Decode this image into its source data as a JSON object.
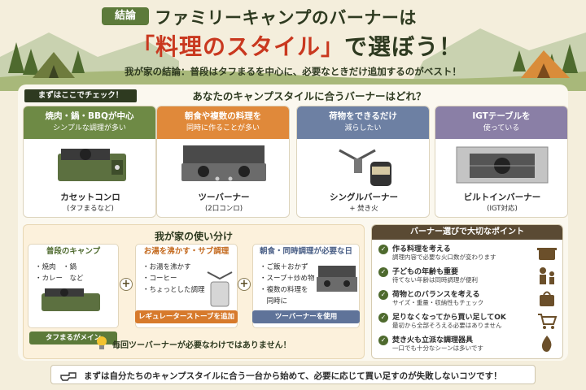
{
  "header": {
    "badge": "結論",
    "title_line1": "ファミリーキャンプのバーナーは",
    "title_line2_accent": "「料理のスタイル」",
    "title_line2_rest": "で選ぼう！",
    "subtitle": "我が家の結論：普段はタフまるを中心に、必要なときだけ追加するのがベスト！"
  },
  "intro": {
    "check_tag": "まずはここでチェック！",
    "question": "あなたのキャンプスタイルに合うバーナーはどれ？"
  },
  "colors": {
    "green": "#6e8a45",
    "orange": "#e0893a",
    "blue": "#6d80a3",
    "purple": "#8a7fa6",
    "dark": "#2e3a20",
    "red": "#c9381f"
  },
  "cards": [
    {
      "head": "焼肉・鍋・BBQが中心",
      "sub": "シンプルな調理が多い",
      "name": "カセットコンロ",
      "note": "(タフまるなど)",
      "icon": "cassette-stove-icon"
    },
    {
      "head": "朝食や複数の料理を",
      "sub": "同時に作ることが多い",
      "name": "ツーバーナー",
      "note": "(2口コンロ)",
      "icon": "two-burner-icon"
    },
    {
      "head": "荷物をできるだけ",
      "sub": "減らしたい",
      "name": "シングルバーナー",
      "note": "+ 焚き火",
      "icon": "single-burner-icon"
    },
    {
      "head": "IGTテーブルを",
      "sub": "使っている",
      "name": "ビルトインバーナー",
      "note": "(IGT対応)",
      "icon": "builtin-burner-icon"
    }
  ],
  "usage": {
    "title": "我が家の使い分け",
    "columns": [
      {
        "head": "普段のキャンプ",
        "items": [
          "・焼肉　・鍋",
          "・カレー　など"
        ],
        "tag": "タフまるがメイン"
      },
      {
        "head": "お湯を沸かす・サブ調理",
        "items": [
          "・お湯を沸かす",
          "・コーヒー",
          "・ちょっとした調理"
        ],
        "tag": "レギュレーターストーブを追加"
      },
      {
        "head": "朝食・同時調理が必要な日",
        "items": [
          "・ご飯＋おかず",
          "・スープ＋炒め物",
          "・複数の料理を",
          "　同時に"
        ],
        "tag": "ツーバーナーを使用"
      }
    ],
    "note": "毎回ツーバーナーが必要なわけではありません！"
  },
  "points": {
    "head": "バーナー選びで大切なポイント",
    "items": [
      {
        "title": "作る料理を考える",
        "desc": "調理内容で必要な火口数が変わります",
        "icon": "pot-icon"
      },
      {
        "title": "子どもの年齢も重要",
        "desc": "待てない年齢は同時調理が便利",
        "icon": "family-icon"
      },
      {
        "title": "荷物とのバランスを考える",
        "desc": "サイズ・重量・収納性もチェック",
        "icon": "bag-icon"
      },
      {
        "title": "足りなくなってから買い足してOK",
        "desc": "最初から全部そろえる必要はありません",
        "icon": "cart-icon"
      },
      {
        "title": "焚き火も立派な調理器具",
        "desc": "一口でも十分なシーンは多いです",
        "icon": "flame-icon"
      }
    ]
  },
  "footer": {
    "text": "まずは自分たちのキャンプスタイルに合う一台から始めて、必要に応じて買い足すのが失敗しないコツです！"
  }
}
